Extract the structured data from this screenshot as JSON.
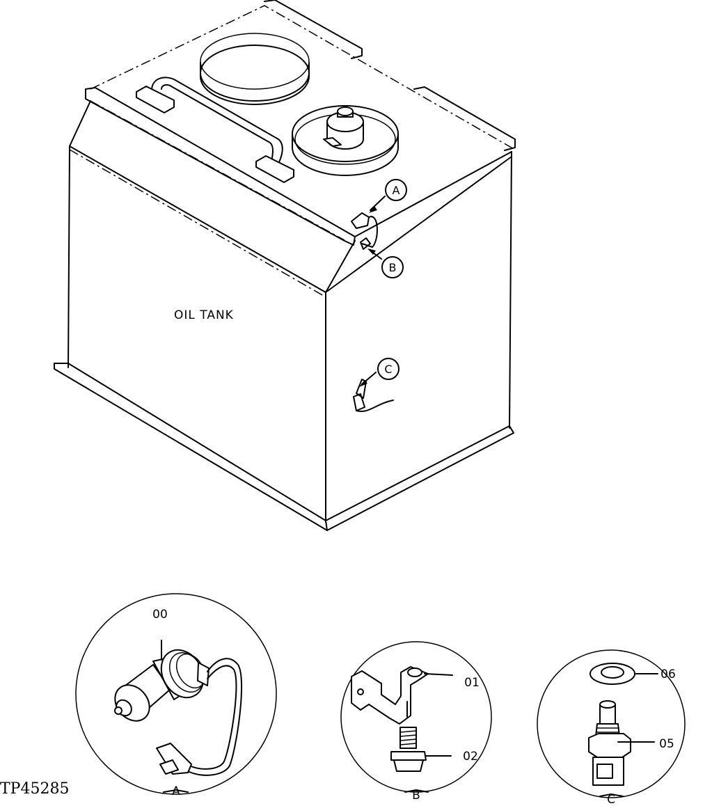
{
  "diagram": {
    "tank_label": "OIL TANK",
    "callouts": {
      "a": "A",
      "b": "B",
      "c": "C"
    },
    "details": [
      {
        "name": "A",
        "parts": [
          {
            "number": "00"
          }
        ]
      },
      {
        "name": "B",
        "parts": [
          {
            "number": "01"
          },
          {
            "number": "02"
          }
        ]
      },
      {
        "name": "C",
        "parts": [
          {
            "number": "06"
          },
          {
            "number": "05"
          }
        ]
      }
    ],
    "figure_id": "TP45285"
  }
}
